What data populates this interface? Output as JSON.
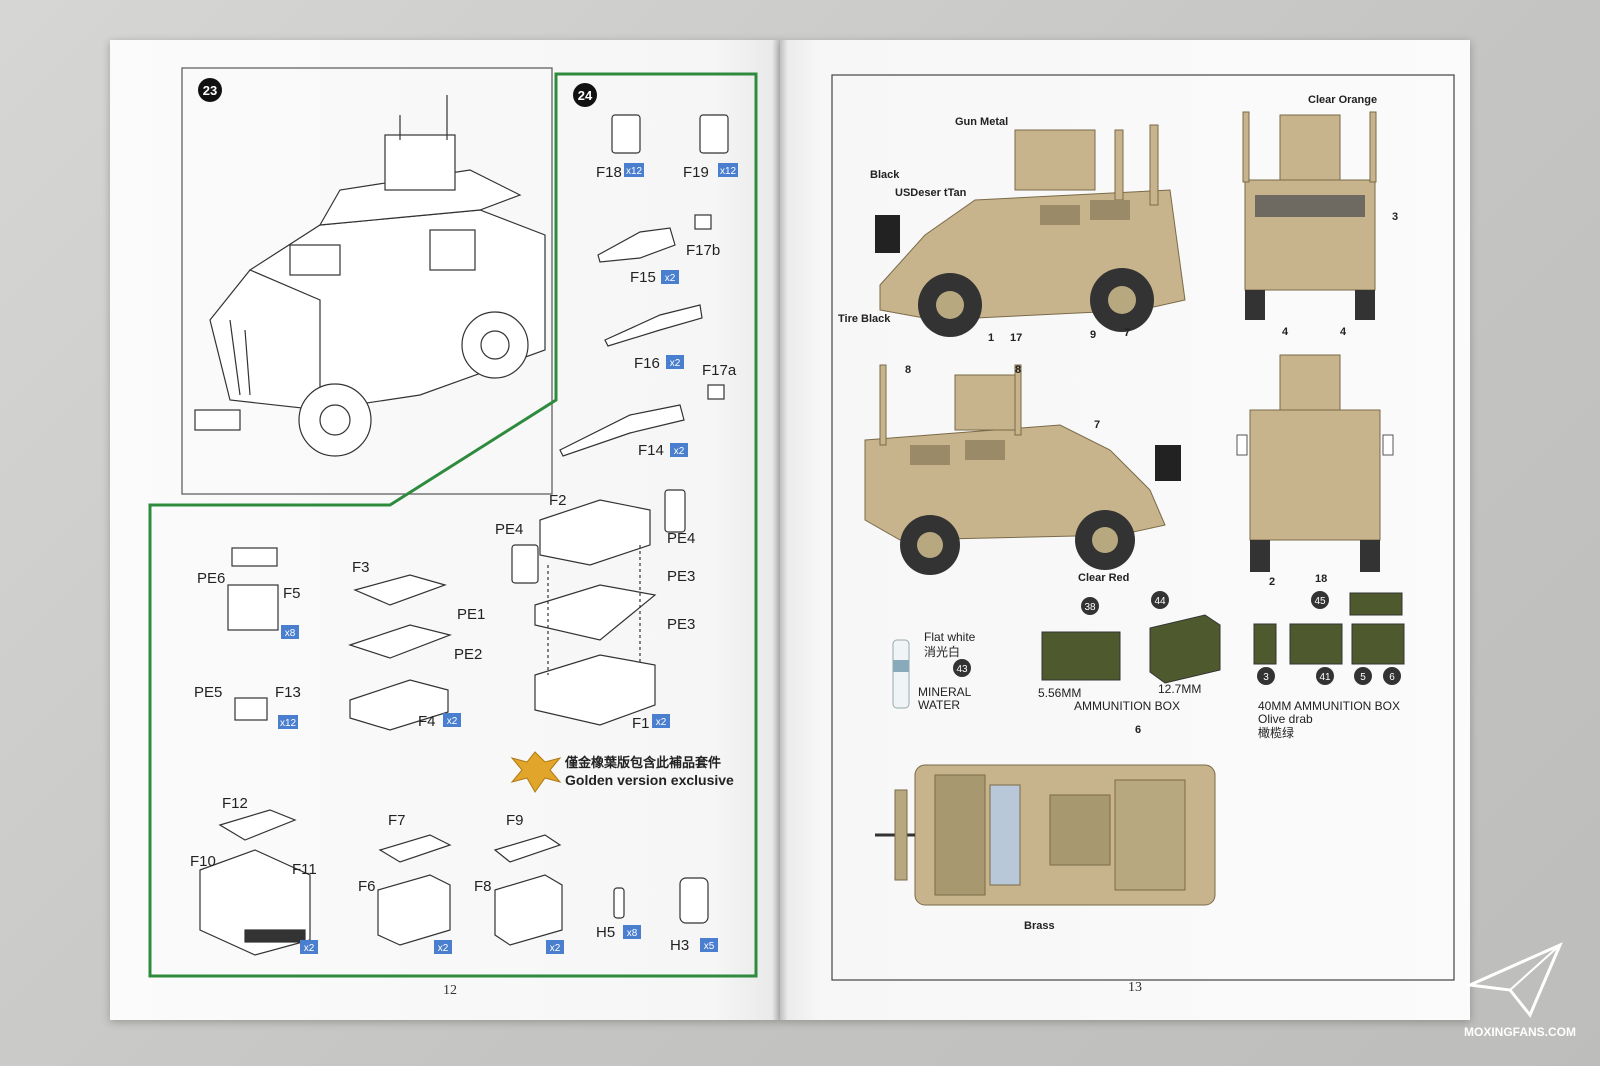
{
  "left_page": {
    "page_number": "12",
    "steps": [
      {
        "number": "23"
      },
      {
        "number": "24"
      }
    ],
    "parts": {
      "F18": "F18",
      "F19": "F19",
      "F17b": "F17b",
      "F15": "F15",
      "F16": "F16",
      "F17a": "F17a",
      "F14": "F14",
      "F2": "F2",
      "PE4a": "PE4",
      "PE4b": "PE4",
      "PE3a": "PE3",
      "PE3b": "PE3",
      "F1": "F1",
      "PE6": "PE6",
      "F5": "F5",
      "F3": "F3",
      "PE1": "PE1",
      "PE2": "PE2",
      "F4": "F4",
      "PE5": "PE5",
      "F13": "F13",
      "F12": "F12",
      "F10": "F10",
      "F11": "F11",
      "F7": "F7",
      "F6": "F6",
      "F9": "F9",
      "F8": "F8",
      "H5": "H5",
      "H3": "H3"
    },
    "quantities": {
      "x12": "x12",
      "x2": "x2",
      "x8": "x8",
      "x5": "x5"
    },
    "golden_note_cn": "僅金橡葉版包含此補品套件",
    "golden_note_en": "Golden version exclusive"
  },
  "right_page": {
    "page_number": "13",
    "colors": {
      "gun_metal": "Gun Metal",
      "black": "Black",
      "usdesert_tan": "USDeser tTan",
      "tire_black": "Tire Black",
      "clear_orange": "Clear Orange",
      "clear_red": "Clear Red",
      "brass": "Brass",
      "flat_white": "Flat white",
      "flat_white_cn": "消光白",
      "olive_drab": "Olive drab",
      "olive_drab_cn": "橄榄绿"
    },
    "decal_numbers": {
      "n1": "1",
      "n17": "17",
      "n9": "9",
      "n7": "7",
      "n3": "3",
      "n4a": "4",
      "n4b": "4",
      "n8a": "8",
      "n8b": "8",
      "n7b": "7",
      "n2": "2",
      "n18": "18",
      "n6": "6"
    },
    "circled": {
      "c38": "38",
      "c44": "44",
      "c43": "43",
      "c45": "45",
      "c3": "3",
      "c41": "41",
      "c5": "5",
      "c6": "6"
    },
    "labels": {
      "mineral_water": "MINERAL",
      "mineral_water2": "WATER",
      "ammo_556": "5.56MM",
      "ammo_127": "12.7MM",
      "ammo_box": "AMMUNITION BOX",
      "ammo_40": "40MM AMMUNITION BOX"
    }
  },
  "watermark": {
    "site": "MOXINGFANS.COM"
  },
  "theme": {
    "green_border": "#2e8b3e",
    "tan": "#c8b48c",
    "qty_blue": "#4a7fd0"
  }
}
